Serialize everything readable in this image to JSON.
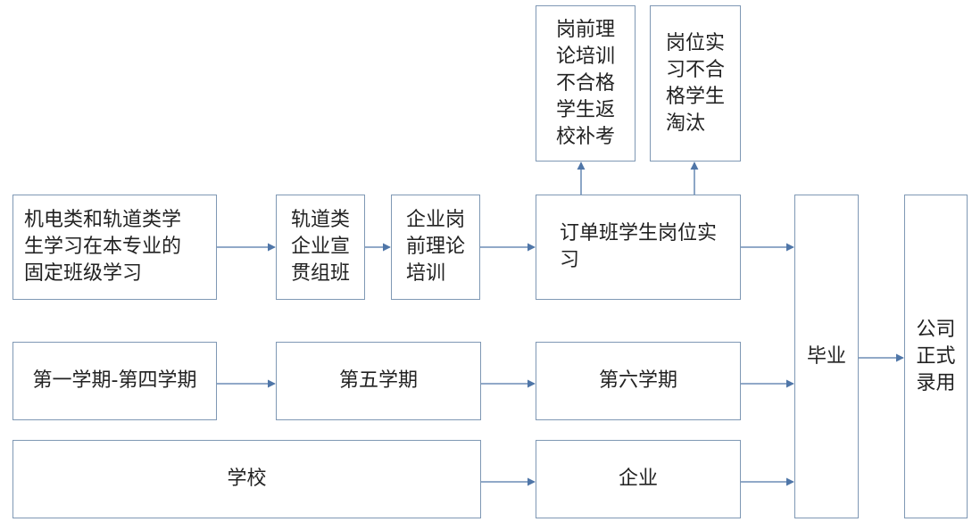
{
  "nodes": {
    "students": "机电类和轨道类学\n生学习在本专业的\n固定班级学习",
    "enterprise_class": "轨道类\n企业宣\n贯组班",
    "pre_job_training": "企业岗\n前理论\n培训",
    "order_internship": "订单班学生岗位实\n习",
    "retake_exam": "岗前理\n论培训\n不合格\n学生返\n校补考",
    "eliminated": "岗位实\n习不合\n格学生\n淘汰",
    "graduation": "毕业",
    "employment": "公司\n正式\n录用",
    "semesters_1_4": "第一学期-第四学期",
    "semester_5": "第五学期",
    "semester_6": "第六学期",
    "school": "学校",
    "enterprise": "企业"
  },
  "colors": {
    "border": "#7f98b4",
    "arrow": "#4f76a8",
    "text": "#222222"
  }
}
